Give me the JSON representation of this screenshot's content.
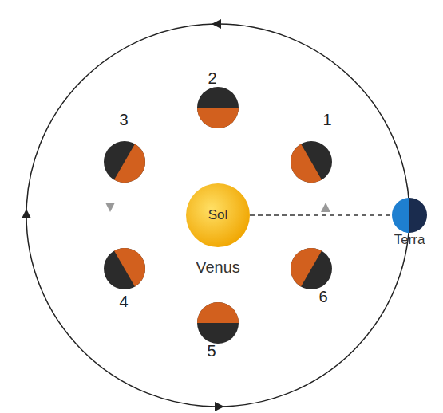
{
  "diagram": {
    "nodes": [
      {
        "text": [
          "Venus"
        ]
      },
      {
        "text": [
          "Sol"
        ],
        "in": 0
      },
      {
        "text": [
          "Terra"
        ]
      }
    ],
    "edges": [
      {
        "from": 1,
        "to": 2,
        "arrow": "none"
      }
    ],
    "labels": [
      "1",
      "2",
      "3",
      "4",
      "5",
      "6"
    ]
  }
}
